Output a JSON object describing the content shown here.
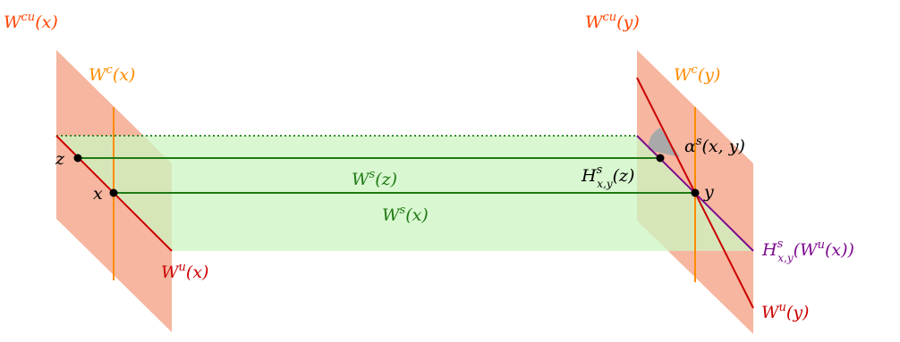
{
  "colors": {
    "cu_leaf": "#f4a98f",
    "cu_leaf_label": "#ff4500",
    "center_leaf": "#ff8c00",
    "stable_band": "#ccf5c2",
    "stable_leaf": "#1f7a14",
    "unstable_leaf": "#cc0000",
    "holonomy_image": "#7d0b8f",
    "angle_wedge": "#a9a9a9",
    "point": "#000000"
  },
  "labels": {
    "cu_x": {
      "script": "W",
      "sup": "cu",
      "arg": "(x)"
    },
    "c_x": {
      "script": "W",
      "sup": "c",
      "arg": "(x)"
    },
    "u_x": {
      "script": "W",
      "sup": "u",
      "arg": "(x)"
    },
    "cu_y": {
      "script": "W",
      "sup": "cu",
      "arg": "(y)"
    },
    "c_y": {
      "script": "W",
      "sup": "c",
      "arg": "(y)"
    },
    "u_y": {
      "script": "W",
      "sup": "u",
      "arg": "(y)"
    },
    "s_z": {
      "script": "W",
      "sup": "s",
      "arg": "(z)"
    },
    "s_x": {
      "script": "W",
      "sup": "s",
      "arg": "(x)"
    },
    "hol_z": {
      "letter": "H",
      "sup": "s",
      "sub": "x,y",
      "arg": "(z)"
    },
    "hol_wu": {
      "letter": "H",
      "sup": "s",
      "sub": "x,y",
      "arg1": "(",
      "script": "W",
      "sup2": "u",
      "arg2": "(x))"
    },
    "angle": {
      "letter": "α",
      "sup": "s",
      "arg": "(x, y)"
    }
  },
  "points": {
    "x": "x",
    "y": "y",
    "z": "z"
  }
}
